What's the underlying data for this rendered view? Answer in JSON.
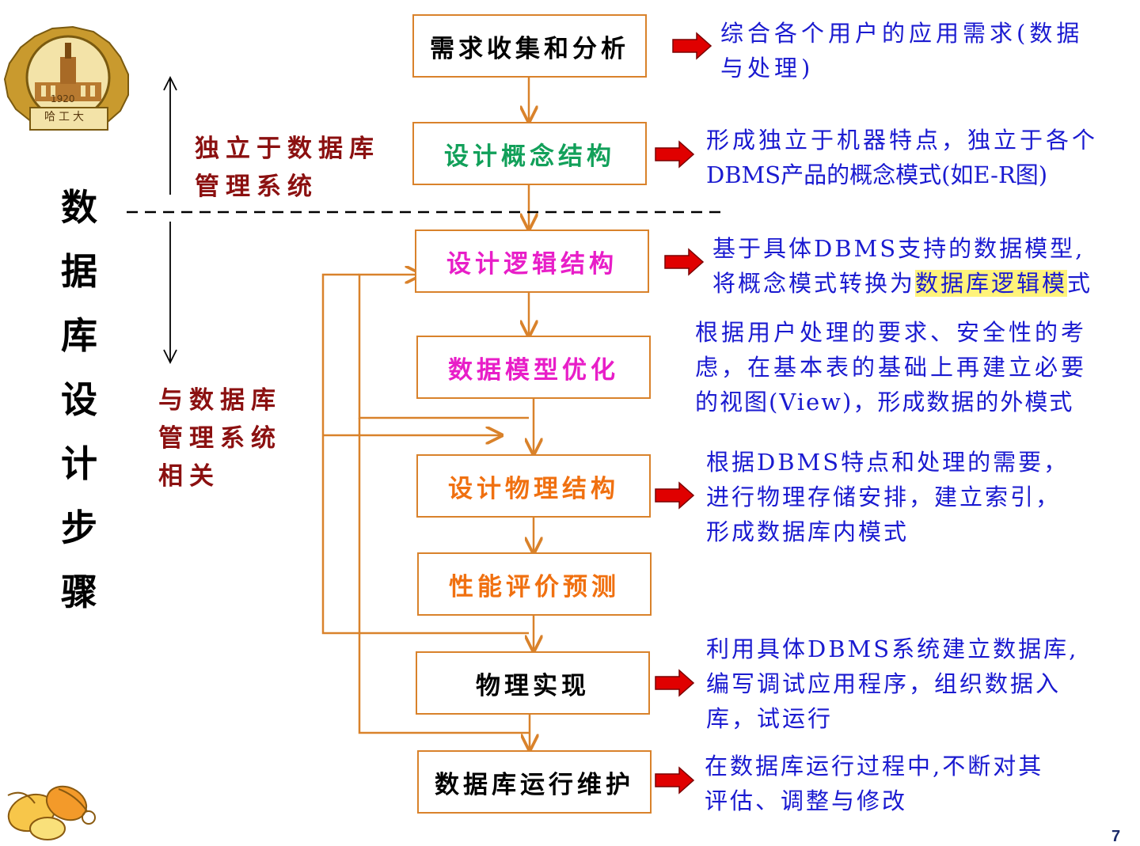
{
  "title_chars": [
    "数",
    "据",
    "库",
    "设",
    "计",
    "步",
    "骤"
  ],
  "region_labels": {
    "independent_line1": "独立于数据库",
    "independent_line2": "管理系统",
    "related_line1": "与数据库",
    "related_line2": "管理系统",
    "related_line3": "相关"
  },
  "logo": {
    "year": "1920",
    "name": "哈工大"
  },
  "steps": [
    {
      "label": "需求收集和分析",
      "color": "#000000"
    },
    {
      "label": "设计概念结构",
      "color": "#12a05a"
    },
    {
      "label": "设计逻辑结构",
      "color": "#e81ec8"
    },
    {
      "label": "数据模型优化",
      "color": "#e81ec8"
    },
    {
      "label": "设计物理结构",
      "color": "#f07010"
    },
    {
      "label": "性能评价预测",
      "color": "#f07010"
    },
    {
      "label": "物理实现",
      "color": "#000000"
    },
    {
      "label": "数据库运行维护",
      "color": "#000000"
    }
  ],
  "descriptions": {
    "d1": {
      "line1": "综合各个用户的应用需求(数据",
      "line2": "与处理)"
    },
    "d2": {
      "line1": "形成独立于机器特点，独立于各个",
      "line2": "DBMS产品的概念模式(如E-R图)"
    },
    "d3": {
      "line1": "基于具体DBMS支持的数据模型,",
      "line2_pre": "将概念模式转换为",
      "line2_hl": "数据库逻辑模",
      "line2_post": "式"
    },
    "d4": {
      "line1": "根据用户处理的要求、安全性的考",
      "line2": "虑，在基本表的基础上再建立必要",
      "line3": "的视图(View)，形成数据的外模式"
    },
    "d5": {
      "line1": "根据DBMS特点和处理的需要，",
      "line2": "进行物理存储安排，建立索引，",
      "line3": "形成数据库内模式"
    },
    "d7": {
      "line1": "利用具体DBMS系统建立数据库,",
      "line2": "编写调试应用程序，组织数据入",
      "line3": "库，试运行"
    },
    "d8": {
      "line1": "在数据库运行过程中,不断对其",
      "line2": "评估、调整与修改"
    }
  },
  "page_number": "7",
  "colors": {
    "box_border": "#d9822b",
    "connector": "#d9822b",
    "description": "#1a1ad0",
    "region_label": "#8b1010",
    "arrow_fill": "#e00000",
    "highlight": "#fff37a"
  }
}
